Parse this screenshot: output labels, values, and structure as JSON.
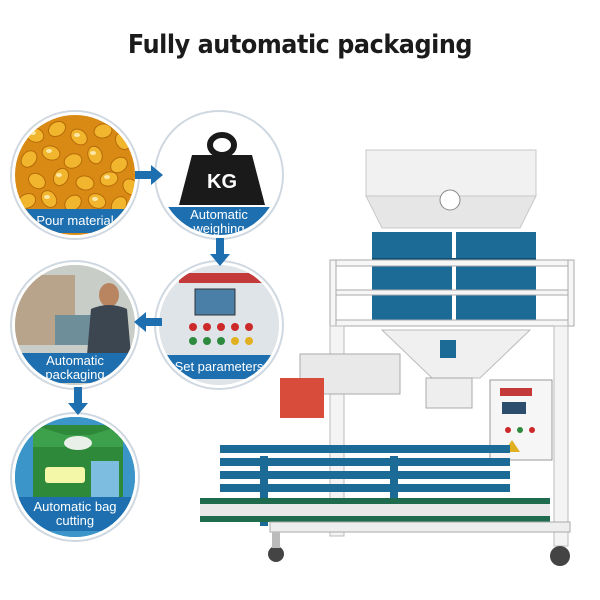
{
  "title": "Fully automatic packaging",
  "steps": {
    "pour": {
      "label": "Pour material"
    },
    "weigh": {
      "label1": "Automatic",
      "label2": "weighing",
      "weight_text": "KG"
    },
    "params": {
      "label": "Set parameters"
    },
    "pack": {
      "label1": "Automatic",
      "label2": "packaging"
    },
    "cut": {
      "label1": "Automatic bag",
      "label2": "cutting"
    }
  },
  "colors": {
    "banner": "#1d6fb0",
    "arrow": "#1d6fb0",
    "machine_blue": "#1c6a96",
    "machine_frame": "#f3f3f3"
  }
}
